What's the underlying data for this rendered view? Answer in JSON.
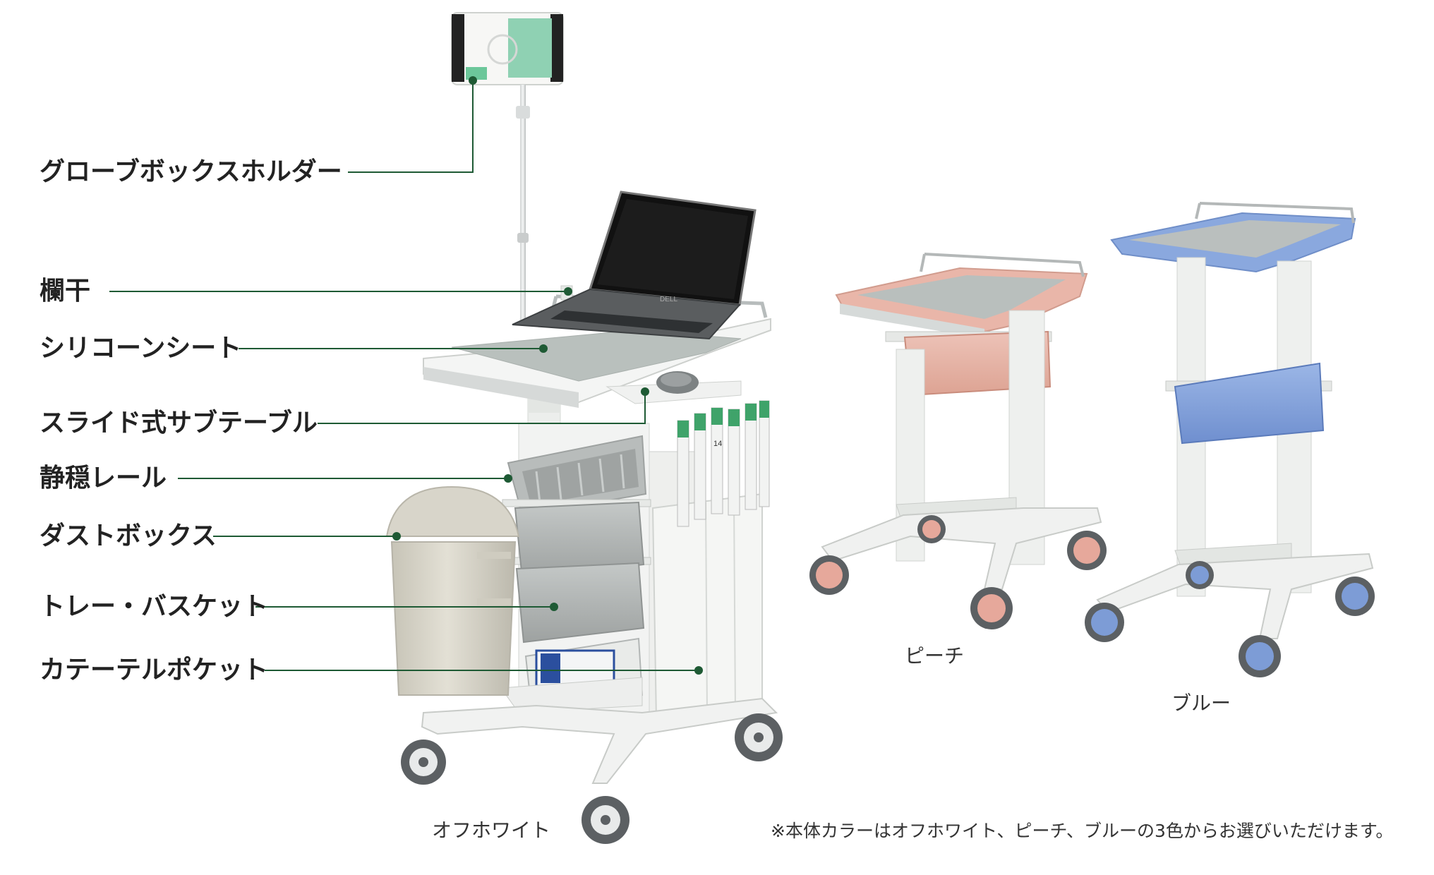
{
  "labels": {
    "glove_box_holder": "グローブボックスホルダー",
    "handrail": "欄干",
    "silicone_sheet": "シリコーンシート",
    "slide_sub_table": "スライド式サブテーブル",
    "quiet_rail": "静穏レール",
    "dust_box": "ダストボックス",
    "tray_basket": "トレー・バスケット",
    "catheter_pocket": "カテーテルポケット"
  },
  "captions": {
    "off_white": "オフホワイト",
    "peach": "ピーチ",
    "blue": "ブルー"
  },
  "note": "※本体カラーはオフホワイト、ピーチ、ブルーの3色からお選びいただけます。",
  "product_brand": "DELL",
  "catheter_tag": "14",
  "colors": {
    "leader_line": "#1e5a34",
    "body_white": "#eef0ee",
    "tray_gray": "#a7abaa",
    "peach": "#e8b3a6",
    "blue": "#7f9fd8",
    "dust_box": "#d3d0c4",
    "catheter_green": "#3fa36a"
  }
}
